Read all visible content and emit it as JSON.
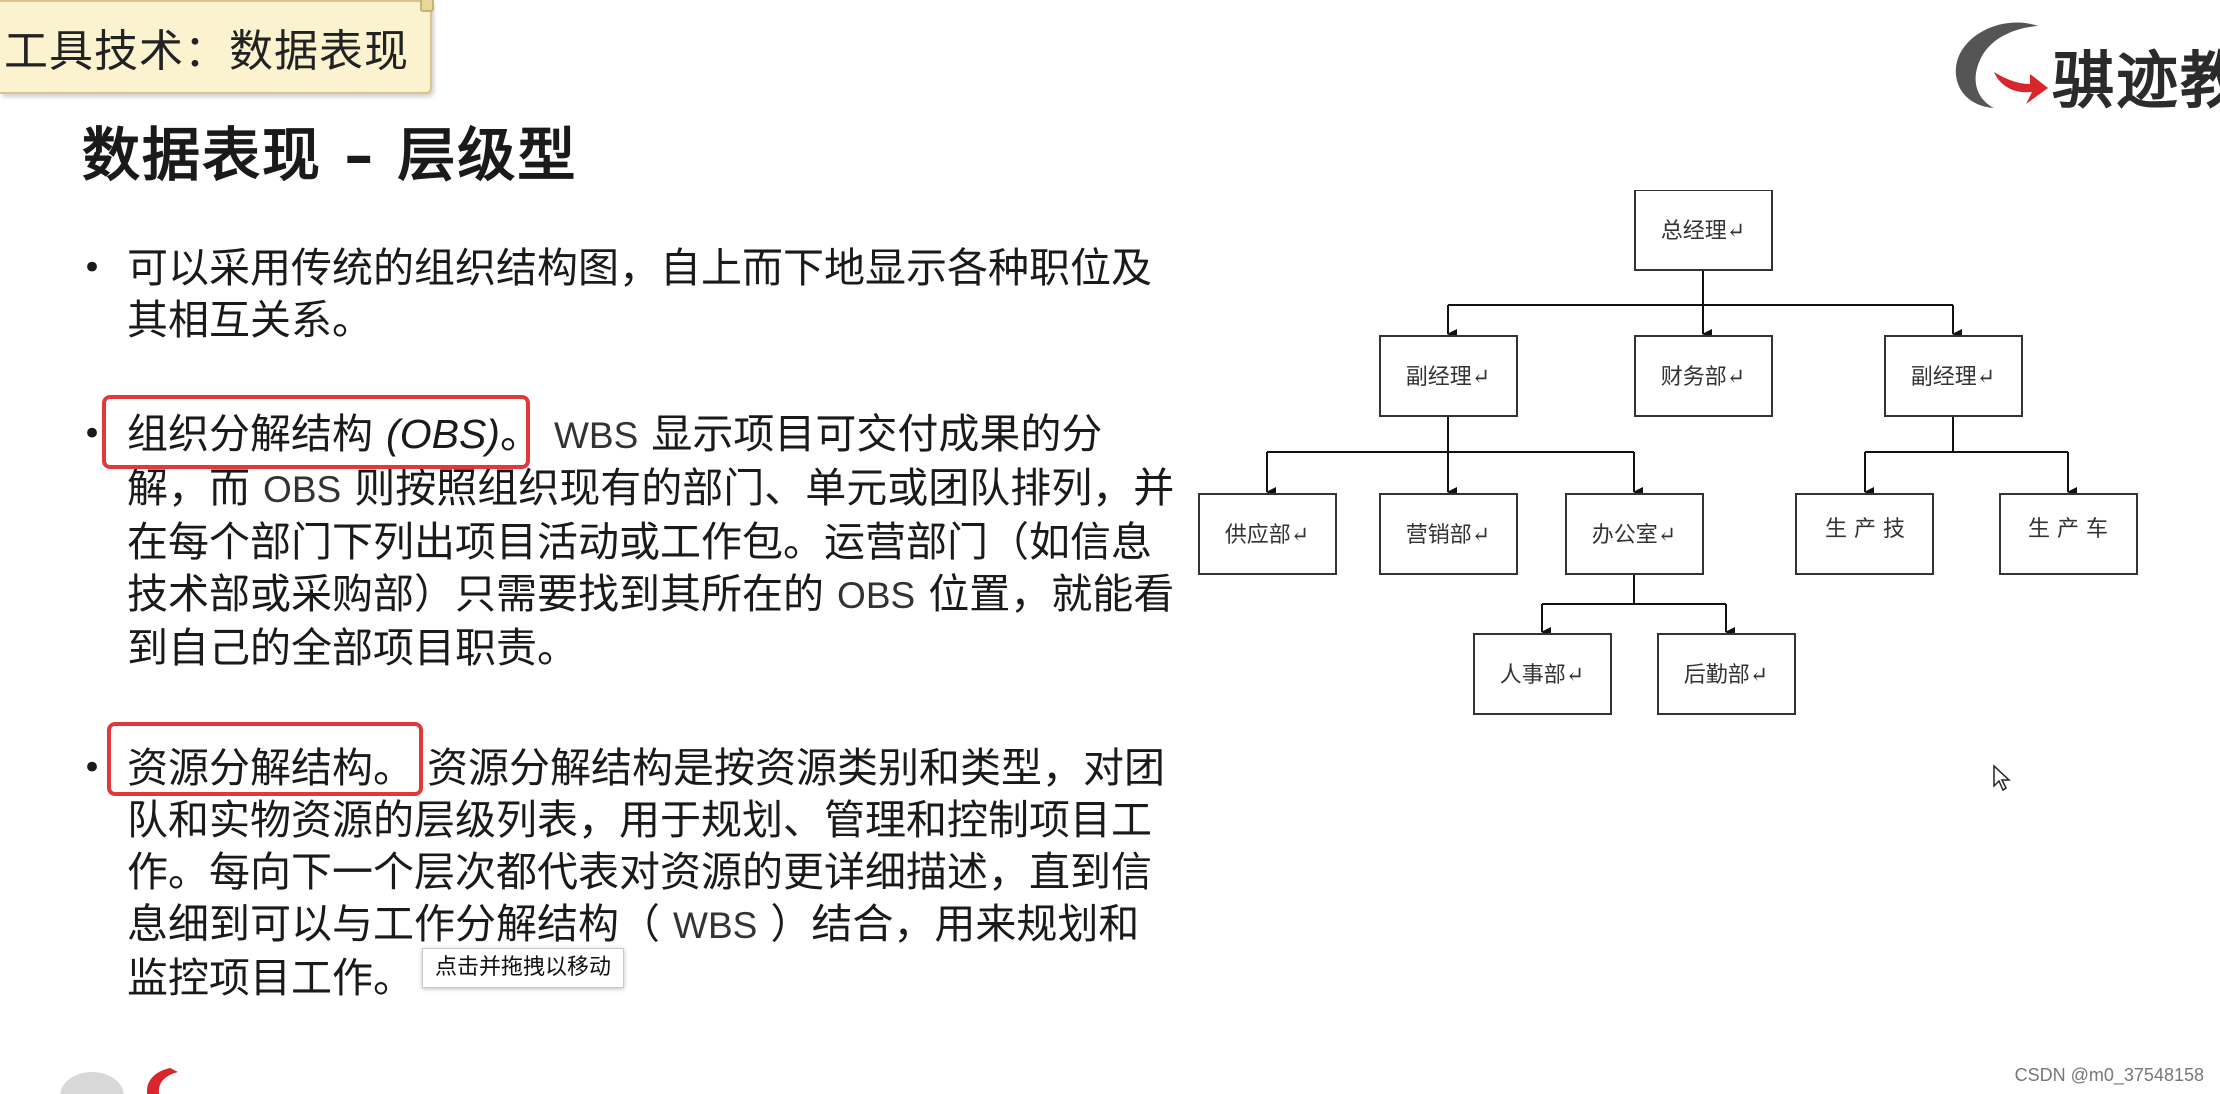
{
  "section_tab": "工具技术：数据表现",
  "logo": {
    "text": "骐迹教",
    "icon": "swoosh-logo-icon"
  },
  "slide_title": "数据表现 – 层级型",
  "bullets": [
    {
      "text": "可以采用传统的组织结构图，自上而下地显示各种职位及其相互关系。"
    },
    {
      "lead": "组织分解结构",
      "lead_paren": "(OBS)",
      "lead_end": "。",
      "wbs": "WBS",
      "rest1": "显示项目可交付成果的分解，而",
      "obs1": "OBS",
      "rest2": "则按照组织现有的部门、单元或团队排列，并在每个部门下列出项目活动或工作包。运营部门（如信息技术部或采购部）只需要找到其所在的",
      "obs2": "OBS",
      "rest3": "位置，就能看到自己的全部项目职责。"
    },
    {
      "lead": "资源分解结构。",
      "rest1": "资源分解结构是按资源类别和类型，对团队和实物资源的层级列表，用于规划、管理和控制项目工作。每向下一个层次都代表对资源的更详细描述，直到信息细到可以与工作分解结构（",
      "wbs": "WBS",
      "rest2": "）结合，用来规划和监控项目工作。"
    }
  ],
  "org_chart": {
    "root": "总经理↵",
    "level1": [
      "副经理↵",
      "财务部↵",
      "副经理↵"
    ],
    "level2_left": [
      "供应部↵",
      "营销部↵",
      "办公室↵"
    ],
    "level2_right": [
      "生 产 技",
      "生 产 车"
    ],
    "level3": [
      "人事部↵",
      "后勤部↵"
    ]
  },
  "tooltip": "点击并拖拽以移动",
  "watermark": "CSDN @m0_37548158",
  "colors": {
    "highlight": "#e0393c",
    "tab_bg": "#fbf3cf",
    "logo_red": "#d9262c"
  }
}
